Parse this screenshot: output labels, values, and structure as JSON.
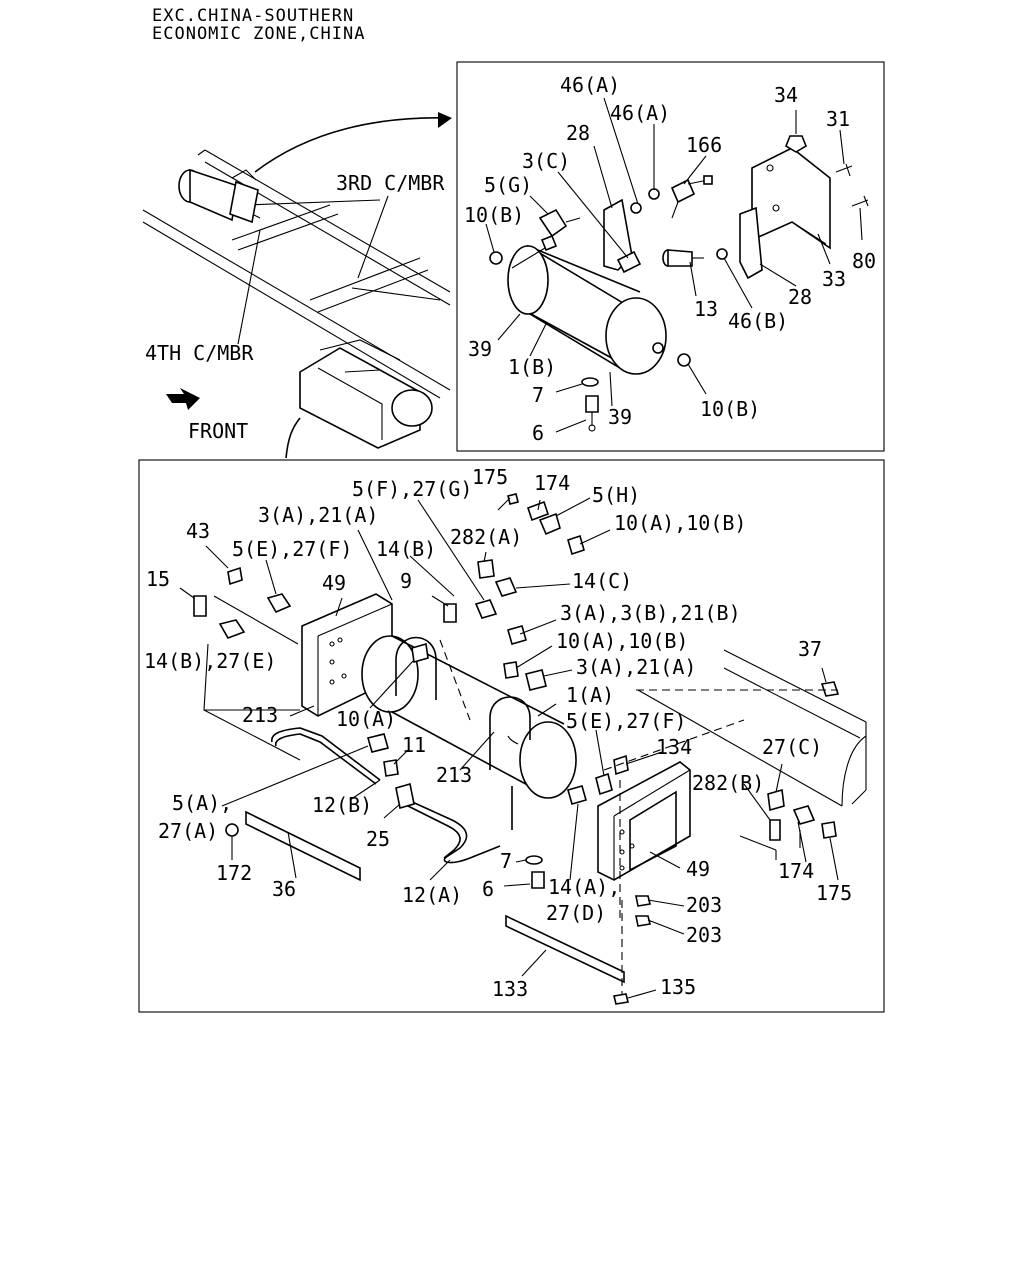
{
  "header": {
    "line1": "EXC.CHINA-SOUTHERN",
    "line2": "ECONOMIC ZONE,CHINA"
  },
  "chassis": {
    "third_crossmember": "3RD C/MBR",
    "fourth_crossmember": "4TH C/MBR",
    "front": "FRONT"
  },
  "detail_callouts": [
    "46(A)",
    "46(A)",
    "34",
    "31",
    "28",
    "166",
    "3(C)",
    "5(G)",
    "10(B)",
    "80",
    "33",
    "13",
    "28",
    "46(B)",
    "39",
    "1(B)",
    "7",
    "10(B)",
    "6",
    "39"
  ],
  "main_callouts": [
    "175",
    "174",
    "5(F),27(G)",
    "5(H)",
    "3(A),21(A)",
    "10(A),10(B)",
    "43",
    "282(A)",
    "5(E),27(F)",
    "14(B)",
    "15",
    "9",
    "14(C)",
    "49",
    "3(A),3(B),21(B)",
    "14(B),27(E)",
    "10(A),10(B)",
    "37",
    "3(A),21(A)",
    "213",
    "1(A)",
    "10(A)",
    "5(E),27(F)",
    "11",
    "134",
    "27(C)",
    "213",
    "5(A),",
    "282(B)",
    "12(B)",
    "27(A)",
    "25",
    "172",
    "49",
    "174",
    "36",
    "7",
    "175",
    "12(A)",
    "6",
    "14(A),",
    "203",
    "27(D)",
    "203",
    "133",
    "135"
  ]
}
